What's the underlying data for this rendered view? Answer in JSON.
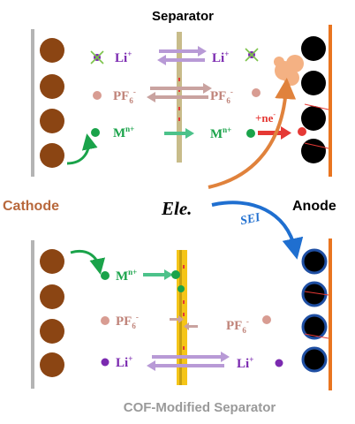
{
  "labels": {
    "separator_top": "Separator",
    "cathode": "Cathode",
    "anode": "Anode",
    "electrolyte": "Ele.",
    "sei": "SEI",
    "cof_separator": "COF-Modified Separator"
  },
  "ions": {
    "li_left": "Li",
    "li_right": "Li",
    "li_sup": "+",
    "pf_left": "PF",
    "pf_right": "PF",
    "pf_sub": "6",
    "pf_sup": "-",
    "m_left": "M",
    "m_right": "M",
    "m_sup": "n+",
    "ne": "+ne",
    "ne_sup": "-"
  },
  "colors": {
    "cathode_particle": "#8B4513",
    "anode_particle": "#000000",
    "current_collector_cathode": "#b4b4b4",
    "current_collector_anode": "#e97520",
    "separator_plain": "#c8bc8a",
    "separator_cof": "#f5c518",
    "li_ion": "#7b2ab0",
    "pf_ion": "#d89c92",
    "m_ion": "#1aa34a",
    "sei_ring": "#1f4fa3",
    "cathode_label": "#b8683c"
  }
}
